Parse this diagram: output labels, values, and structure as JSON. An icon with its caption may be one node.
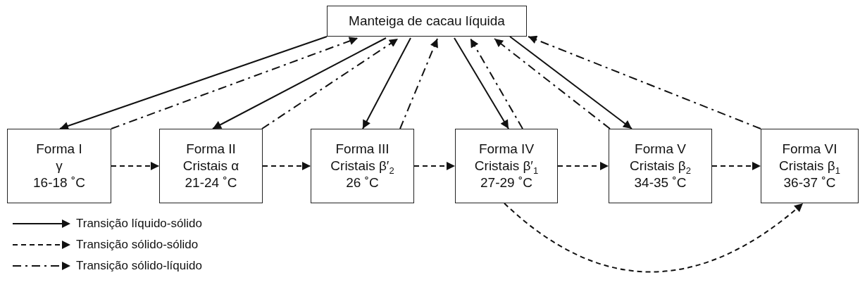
{
  "diagram": {
    "nodes": [
      {
        "text": [
          "Manteiga de cacau líquida"
        ]
      },
      {
        "text": [
          "Forma I",
          "γ",
          "16-18 ˚C"
        ]
      },
      {
        "text": [
          "Forma II",
          "Cristais α",
          "21-24 ˚C"
        ]
      },
      {
        "text": [
          "Forma III",
          "Cristais β′$_{2}$",
          "26 ˚C"
        ]
      },
      {
        "text": [
          "Forma IV",
          "Cristais β′$_{1}$",
          "27-29 ˚C"
        ]
      },
      {
        "text": [
          "Forma V",
          "Cristais β$_{2}$",
          "34-35 ˚C"
        ]
      },
      {
        "text": [
          "Forma VI",
          "Cristais β$_{1}$",
          "36-37 ˚C"
        ]
      }
    ],
    "edges": [
      {
        "from": 0,
        "to": 1,
        "arrow": "to"
      },
      {
        "from": 1,
        "to": 0,
        "arrow": "to",
        "style": "dashed"
      },
      {
        "from": 0,
        "to": 2,
        "arrow": "to"
      },
      {
        "from": 2,
        "to": 0,
        "arrow": "to",
        "style": "dashed"
      },
      {
        "from": 0,
        "to": 3,
        "arrow": "to"
      },
      {
        "from": 3,
        "to": 0,
        "arrow": "to",
        "style": "dashed"
      },
      {
        "from": 0,
        "to": 4,
        "arrow": "to"
      },
      {
        "from": 4,
        "to": 0,
        "arrow": "to",
        "style": "dashed"
      },
      {
        "from": 5,
        "to": 0,
        "arrow": "to",
        "style": "dashed"
      },
      {
        "from": 0,
        "to": 5,
        "arrow": "to"
      },
      {
        "from": 6,
        "to": 0,
        "arrow": "to",
        "style": "dashed"
      },
      {
        "from": 1,
        "to": 2,
        "arrow": "to",
        "style": "dashed"
      },
      {
        "from": 2,
        "to": 3,
        "arrow": "to",
        "style": "dashed"
      },
      {
        "from": 3,
        "to": 4,
        "arrow": "to",
        "style": "dashed"
      },
      {
        "from": 4,
        "to": 5,
        "arrow": "to",
        "style": "dashed"
      },
      {
        "from": 5,
        "to": 6,
        "arrow": "to",
        "style": "dashed"
      },
      {
        "from": 4,
        "to": 6,
        "arrow": "to",
        "style": "dashed"
      }
    ],
    "legend": [
      {
        "text": "Transição líquido-sólido"
      },
      {
        "text": "Transição sólido-sólido"
      },
      {
        "text": "Transição sólido-líquido"
      }
    ]
  }
}
